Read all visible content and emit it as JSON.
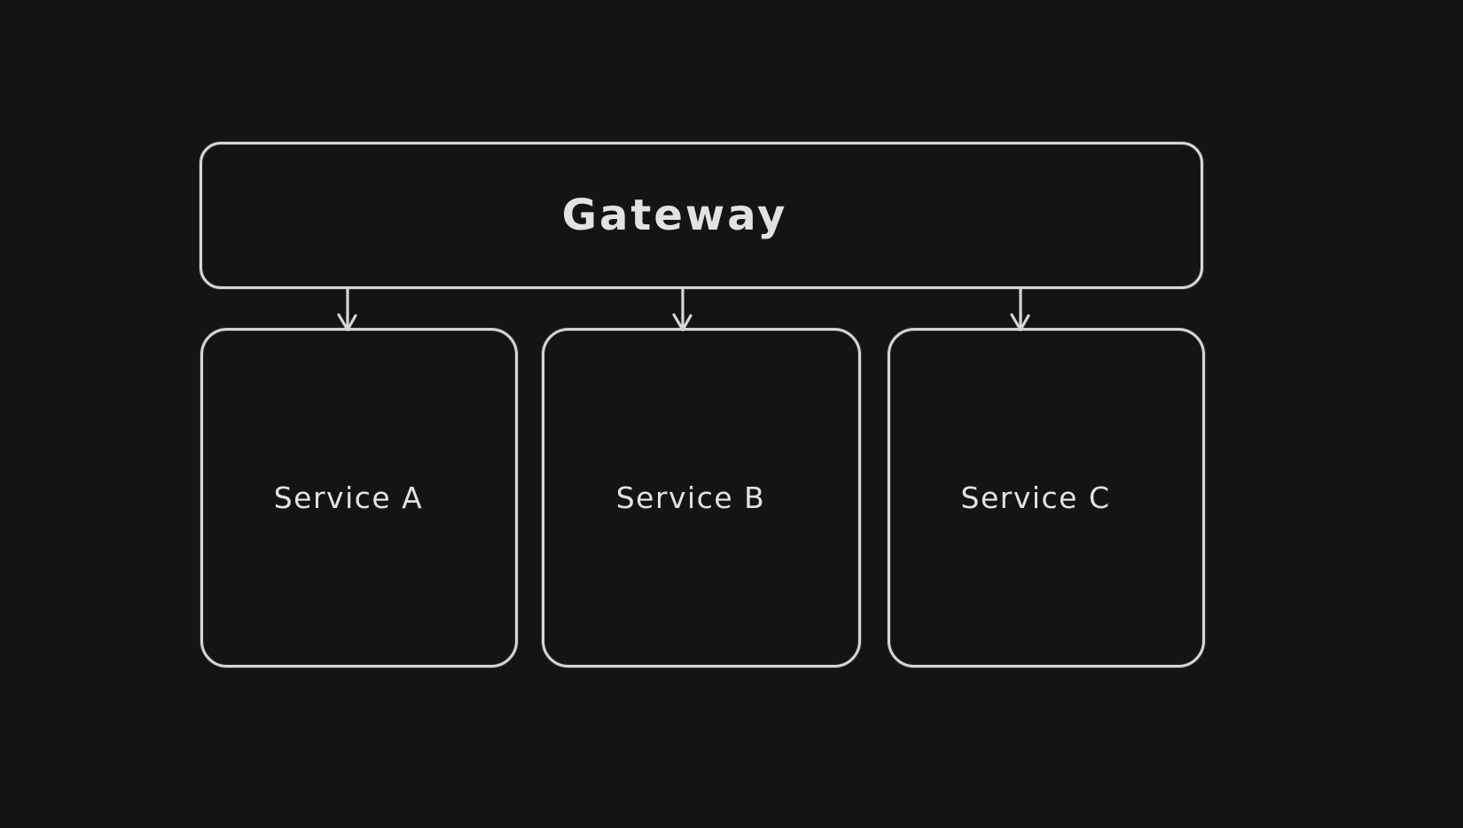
{
  "canvas": {
    "background_color": "#141414",
    "stroke_color": "#d6d6d6",
    "text_color": "#e2e2e2",
    "style": "hand-drawn-whiteboard-dark"
  },
  "diagram": {
    "type": "architecture-flowchart",
    "gateway": {
      "label": "Gateway"
    },
    "services": [
      {
        "label": "Service A"
      },
      {
        "label": "Service B"
      },
      {
        "label": "Service C"
      }
    ],
    "connections": [
      {
        "from": "Gateway",
        "to": "Service A",
        "arrowhead": "open-v",
        "direction": "down"
      },
      {
        "from": "Gateway",
        "to": "Service B",
        "arrowhead": "open-v",
        "direction": "down"
      },
      {
        "from": "Gateway",
        "to": "Service C",
        "arrowhead": "open-v",
        "direction": "down"
      }
    ]
  }
}
